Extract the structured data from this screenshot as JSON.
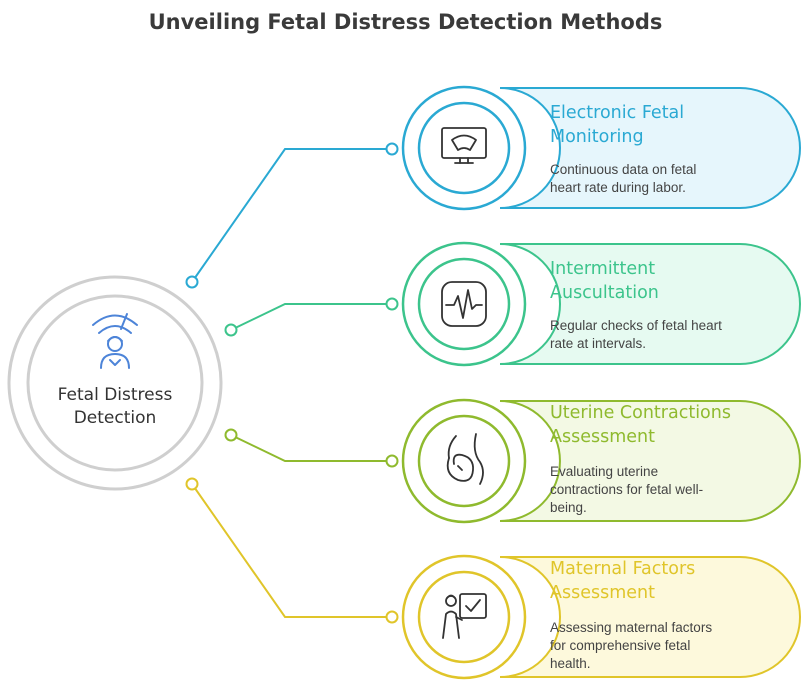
{
  "title": "Unveiling Fetal Distress Detection Methods",
  "center": {
    "label_line1": "Fetal Distress",
    "label_line2": "Detection"
  },
  "methods": [
    {
      "title_line1": "Electronic Fetal",
      "title_line2": "Monitoring",
      "desc_line1": "Continuous data on fetal",
      "desc_line2": "heart rate during labor.",
      "desc_line3": "",
      "icon": "monitor-icon",
      "color": "#2aa9d3",
      "fill": "#e6f6fc"
    },
    {
      "title_line1": "Intermittent",
      "title_line2": "Auscultation",
      "desc_line1": "Regular checks of fetal heart",
      "desc_line2": "rate at intervals.",
      "desc_line3": "",
      "icon": "heartbeat-icon",
      "color": "#3cc48c",
      "fill": "#e6faf1"
    },
    {
      "title_line1": "Uterine Contractions",
      "title_line2": "Assessment",
      "desc_line1": "Evaluating uterine",
      "desc_line2": "contractions for fetal well-",
      "desc_line3": "being.",
      "icon": "pregnant-belly-icon",
      "color": "#8fba2e",
      "fill": "#f3f9e4"
    },
    {
      "title_line1": "Maternal Factors",
      "title_line2": "Assessment",
      "desc_line1": "Assessing maternal factors",
      "desc_line2": "for comprehensive fetal",
      "desc_line3": "health.",
      "icon": "checklist-person-icon",
      "color": "#e0c52a",
      "fill": "#fdf9dc"
    }
  ]
}
